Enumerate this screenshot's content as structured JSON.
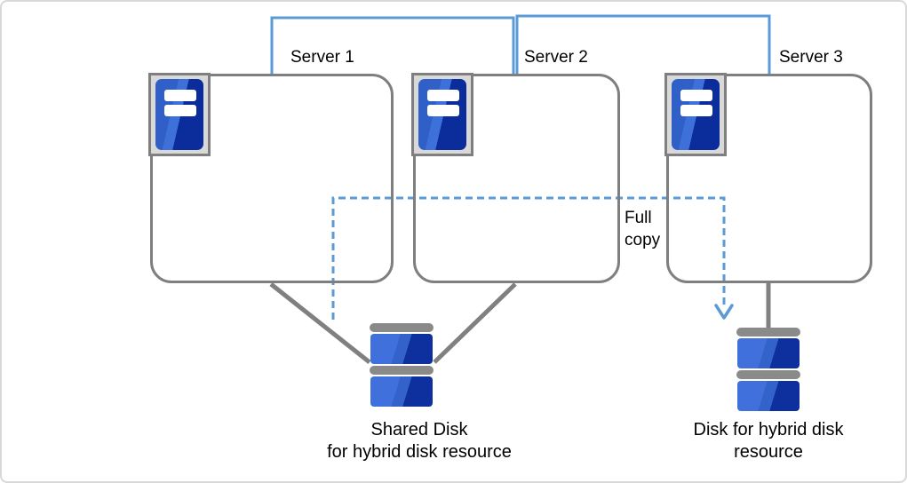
{
  "servers": [
    {
      "label": "Server 1"
    },
    {
      "label": "Server 2"
    },
    {
      "label": "Server 3"
    }
  ],
  "annotations": {
    "full_copy": {
      "line1": "Full",
      "line2": "copy"
    }
  },
  "disks": {
    "shared": {
      "line1": "Shared Disk",
      "line2": "for hybrid disk resource"
    },
    "hybrid": {
      "line1": "Disk for hybrid disk",
      "line2": "resource"
    }
  },
  "colors": {
    "accent_blue": "#5B9BD5",
    "box_border_gray": "#7F7F7F",
    "connector_gray": "#808080",
    "disk_cap_gray": "#8A8A8A",
    "icon_frame_gray": "#D9D9D9",
    "chassis_light": "#2F5FC7",
    "chassis_gloss": "#3E70DA",
    "chassis_dark": "#0B2D9C",
    "disk_light": "#4070DC",
    "disk_mid": "#3362CB",
    "disk_dark": "#0E2F9E",
    "text_black": "#000000",
    "canvas_border": "#D9D9D9"
  }
}
